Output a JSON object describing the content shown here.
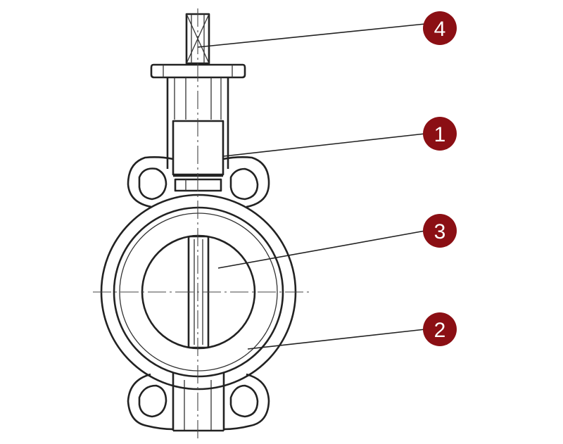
{
  "callouts": [
    {
      "id": "callout-4",
      "label": "4"
    },
    {
      "id": "callout-1",
      "label": "1"
    },
    {
      "id": "callout-3",
      "label": "3"
    },
    {
      "id": "callout-2",
      "label": "2"
    }
  ],
  "colors": {
    "badge": "#8b0f14",
    "line": "#222222",
    "background": "#ffffff"
  }
}
